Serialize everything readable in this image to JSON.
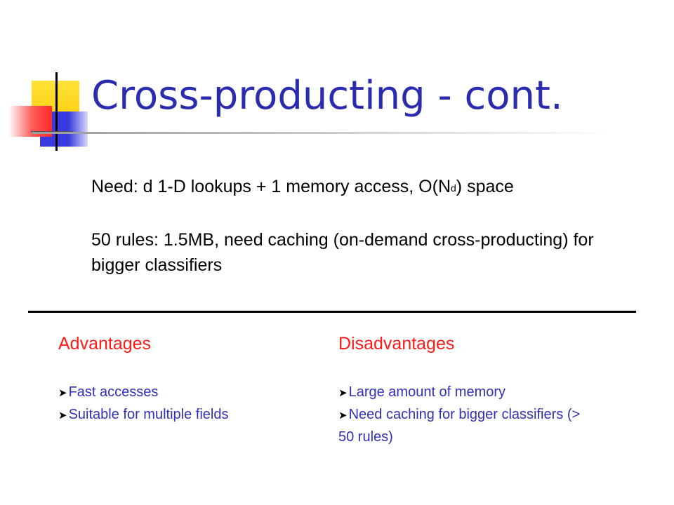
{
  "slide": {
    "title": "Cross-producting - cont.",
    "line1": {
      "prefix": "Need: d 1-D lookups + 1 memory access, O(N",
      "sup": "d",
      "suffix": ") space"
    },
    "line2": "50 rules: 1.5MB, need caching (on-demand cross-producting) for bigger classifiers",
    "advantages": {
      "heading": "Advantages",
      "items": [
        "Fast accesses",
        "Suitable for multiple fields"
      ]
    },
    "disadvantages": {
      "heading": "Disadvantages",
      "items": [
        "Large amount of memory",
        "Need caching for bigger classifiers (> 50 rules)"
      ]
    },
    "colors": {
      "title": "#2b2bb0",
      "heading": "#ff1a1a",
      "bullet_text": "#3030b8",
      "logo_yellow": "#ffd200",
      "logo_blue": "#3a3ae0",
      "logo_red": "#ff3a3a"
    },
    "icons": [
      "logo-blocks-icon",
      "arrow-bullet-icon"
    ]
  }
}
